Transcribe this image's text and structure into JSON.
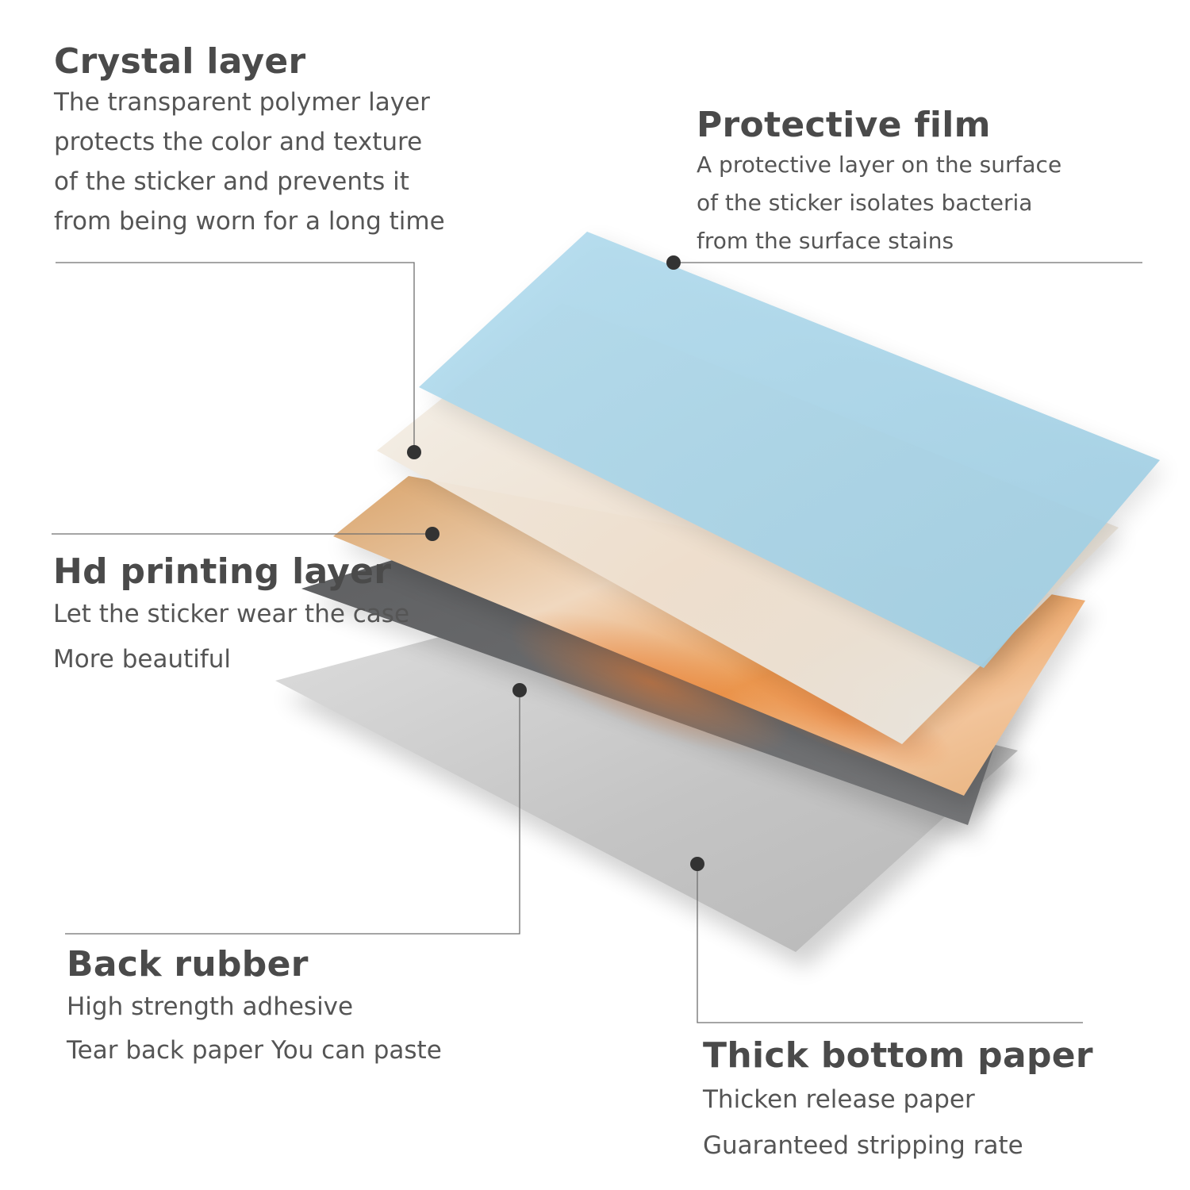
{
  "colors": {
    "background": "#ffffff",
    "heading_text": "#4a4a4a",
    "body_text": "#555555",
    "leader_line": "#6f6f6f",
    "marker_dot": "#333333",
    "protective_film": "#a9d4e6",
    "crystal_layer": "#e8ebe8",
    "printing_layer": "#e9a15f",
    "back_rubber": "#6b6c6e",
    "bottom_paper": "#c9c9c9"
  },
  "callouts": {
    "crystal": {
      "title": "Crystal layer",
      "lines": [
        "The transparent polymer layer",
        "protects the color and texture",
        "of the sticker and prevents it",
        "from being worn for a long time"
      ]
    },
    "protective": {
      "title": "Protective film",
      "lines": [
        "A protective layer on the surface",
        "of the sticker isolates bacteria",
        "from the surface stains"
      ]
    },
    "hd": {
      "title": "Hd printing layer",
      "lines": [
        "Let the sticker wear the case",
        "More beautiful"
      ]
    },
    "rubber": {
      "title": "Back rubber",
      "lines": [
        "High strength adhesive",
        "Tear back paper You can paste"
      ]
    },
    "thick": {
      "title": "Thick bottom paper",
      "lines": [
        "Thicken release paper",
        "Guaranteed stripping rate"
      ]
    }
  },
  "layers": [
    {
      "name": "thick-bottom-paper",
      "icon": "paper-sheet",
      "color": "#c9c9c9"
    },
    {
      "name": "back-rubber",
      "icon": "adhesive-sheet",
      "color": "#6b6c6e"
    },
    {
      "name": "hd-printing-layer",
      "icon": "marble-print-sheet",
      "color": "#e9a15f"
    },
    {
      "name": "crystal-layer",
      "icon": "clear-sheet",
      "color": "#e8ebe8"
    },
    {
      "name": "protective-film",
      "icon": "film-sheet",
      "color": "#a9d4e6"
    }
  ]
}
